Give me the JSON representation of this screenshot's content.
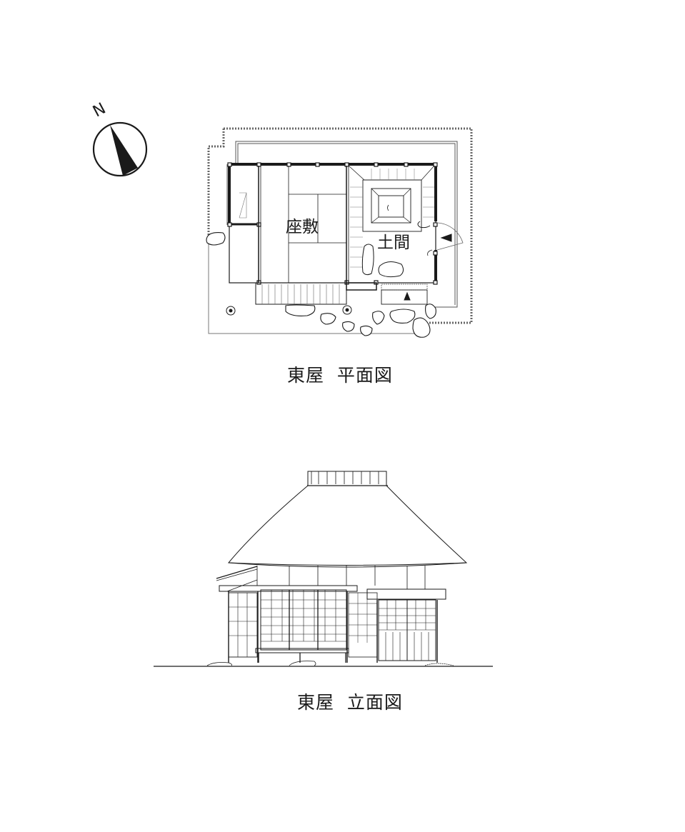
{
  "compass": {
    "label": "N",
    "icon": "north-arrow-icon"
  },
  "plan": {
    "caption": "東屋  平面図",
    "rooms": [
      {
        "id": "zashiki",
        "label": "座敷"
      },
      {
        "id": "doma",
        "label": "土間"
      }
    ],
    "entrance_arrows": [
      "entrance-arrow-south",
      "entrance-arrow-east"
    ]
  },
  "elevation": {
    "caption": "東屋  立面図"
  },
  "colors": {
    "line": "#1a1a1a",
    "thin": "#555555",
    "background": "#ffffff"
  }
}
